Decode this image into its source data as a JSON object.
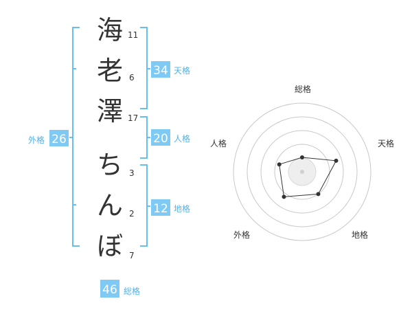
{
  "name": {
    "characters": [
      {
        "char": "海",
        "strokes": "11"
      },
      {
        "char": "老",
        "strokes": "6"
      },
      {
        "char": "澤",
        "strokes": "17"
      },
      {
        "char": "ち",
        "strokes": "3"
      },
      {
        "char": "ん",
        "strokes": "2"
      },
      {
        "char": "ぼ",
        "strokes": "7"
      }
    ]
  },
  "fortune": {
    "tenkaku": {
      "value": "34",
      "label": "天格"
    },
    "jinkaku": {
      "value": "20",
      "label": "人格"
    },
    "chikaku": {
      "value": "12",
      "label": "地格"
    },
    "gaikaku": {
      "value": "26",
      "label": "外格"
    },
    "soukaku": {
      "value": "46",
      "label": "総格"
    }
  },
  "radar": {
    "axes": [
      "総格",
      "天格",
      "地格",
      "外格",
      "人格"
    ],
    "values": [
      0.21,
      0.52,
      0.4,
      0.45,
      0.35
    ]
  },
  "colors": {
    "accent": "#7fcaf5",
    "bracket": "#66bff0",
    "label": "#4fb2ea",
    "ring": "#c8c8c8",
    "point": "#333333"
  }
}
